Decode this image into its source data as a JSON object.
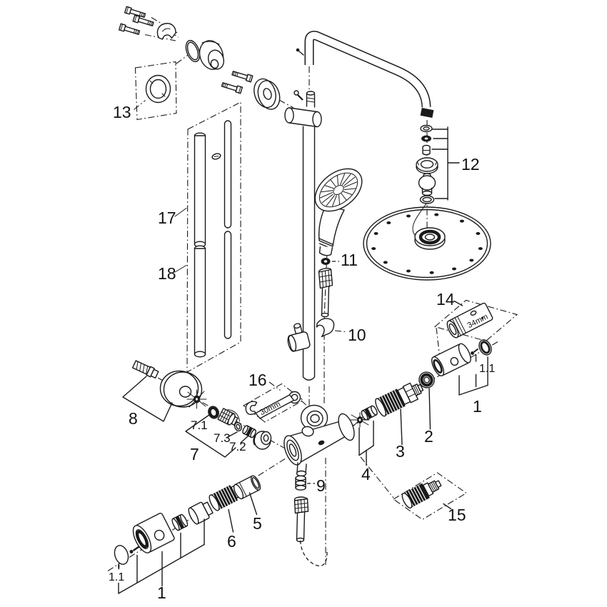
{
  "diagram": {
    "kind": "exploded-parts-diagram",
    "subject": "thermostatic shower system with rain shower head and hand shower",
    "colors": {
      "ink": "#1a1a1a",
      "paper": "#ffffff"
    },
    "labels": {
      "part1": "1",
      "part1_1": "1.1",
      "part2": "2",
      "part3": "3",
      "part4": "4",
      "part5": "5",
      "part6": "6",
      "part7": "7",
      "part7_1": "7.1",
      "part7_2": "7.2",
      "part7_3": "7.3",
      "part8": "8",
      "part9": "9",
      "part10": "10",
      "part11": "11",
      "part12": "12",
      "part13": "13",
      "part14": "14",
      "part15": "15",
      "part16": "16",
      "part17": "17",
      "part18": "18"
    },
    "tools": {
      "wrench_size": "30mm",
      "socket_size": "34mm"
    }
  }
}
